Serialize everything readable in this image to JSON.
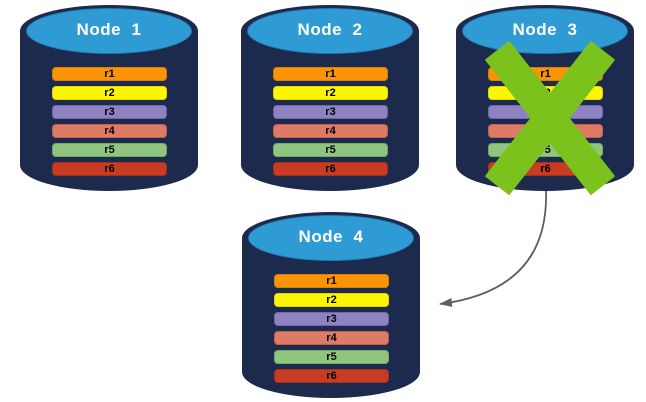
{
  "colors": {
    "background": "#ffffff",
    "cylinder_body": "#1c2b4d",
    "cylinder_top": "#2f9bd5",
    "title_text": "#ffffff",
    "bar_text": "#000000",
    "cross": "#7cc21c",
    "arrow": "#5f5f5f"
  },
  "nodes": [
    {
      "title": "Node  1",
      "failed": false,
      "rows": [
        {
          "label": "r1",
          "fill": "#fb9405",
          "border": "#dd7f04"
        },
        {
          "label": "r2",
          "fill": "#fcf600",
          "border": "#ded700"
        },
        {
          "label": "r3",
          "fill": "#8d82c2",
          "border": "#7566ac"
        },
        {
          "label": "r4",
          "fill": "#dd7b67",
          "border": "#c4604e"
        },
        {
          "label": "r5",
          "fill": "#90c57f",
          "border": "#72ac60"
        },
        {
          "label": "r6",
          "fill": "#c83c24",
          "border": "#a82f1a"
        }
      ]
    },
    {
      "title": "Node  2",
      "failed": false,
      "rows": [
        {
          "label": "r1",
          "fill": "#fb9405",
          "border": "#dd7f04"
        },
        {
          "label": "r2",
          "fill": "#fcf600",
          "border": "#ded700"
        },
        {
          "label": "r3",
          "fill": "#8d82c2",
          "border": "#7566ac"
        },
        {
          "label": "r4",
          "fill": "#dd7b67",
          "border": "#c4604e"
        },
        {
          "label": "r5",
          "fill": "#90c57f",
          "border": "#72ac60"
        },
        {
          "label": "r6",
          "fill": "#c83c24",
          "border": "#a82f1a"
        }
      ]
    },
    {
      "title": "Node  3",
      "failed": true,
      "rows": [
        {
          "label": "r1",
          "fill": "#fb9405",
          "border": "#dd7f04"
        },
        {
          "label": "r2",
          "fill": "#fcf600",
          "border": "#ded700"
        },
        {
          "label": "r3",
          "fill": "#8d82c2",
          "border": "#7566ac"
        },
        {
          "label": "r4",
          "fill": "#dd7b67",
          "border": "#c4604e"
        },
        {
          "label": "r5",
          "fill": "#90c57f",
          "border": "#72ac60"
        },
        {
          "label": "r6",
          "fill": "#c83c24",
          "border": "#a82f1a"
        }
      ]
    },
    {
      "title": "Node  4",
      "failed": false,
      "rows": [
        {
          "label": "r1",
          "fill": "#fb9405",
          "border": "#dd7f04"
        },
        {
          "label": "r2",
          "fill": "#fcf600",
          "border": "#ded700"
        },
        {
          "label": "r3",
          "fill": "#8d82c2",
          "border": "#7566ac"
        },
        {
          "label": "r4",
          "fill": "#dd7b67",
          "border": "#c4604e"
        },
        {
          "label": "r5",
          "fill": "#90c57f",
          "border": "#72ac60"
        },
        {
          "label": "r6",
          "fill": "#c83c24",
          "border": "#a82f1a"
        }
      ]
    }
  ],
  "arrow": {
    "from": "Node 3",
    "to": "Node 4"
  }
}
